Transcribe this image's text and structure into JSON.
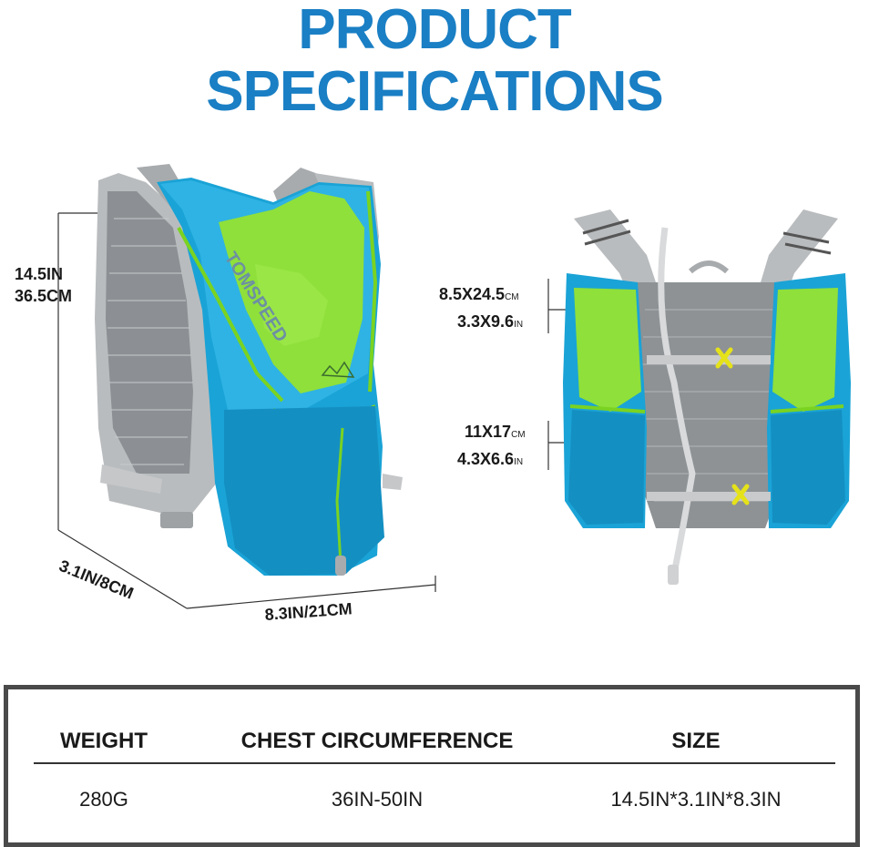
{
  "title_line1": "PRODUCT",
  "title_line2": "SPECIFICATIONS",
  "left_dims": {
    "height_in": "14.5IN",
    "height_cm": "36.5CM",
    "depth": "3.1IN/8CM",
    "width": "8.3IN/21CM"
  },
  "right_dims": {
    "upper_pocket_cm": "8.5X24.5",
    "upper_pocket_in": "3.3X9.6",
    "lower_pocket_cm": "11X17",
    "lower_pocket_in": "4.3X6.6",
    "unit_cm": "CM",
    "unit_in": "IN"
  },
  "specs": {
    "headers": [
      "WEIGHT",
      "CHEST CIRCUMFERENCE",
      "SIZE"
    ],
    "values": [
      "280G",
      "36IN-50IN",
      "14.5IN*3.1IN*8.3IN"
    ]
  },
  "colors": {
    "title": "#1a7fc4",
    "vest_blue": "#1aa3d6",
    "vest_green": "#8fe03a",
    "vest_grey": "#a8abad",
    "box_border": "#4a4a4a"
  }
}
